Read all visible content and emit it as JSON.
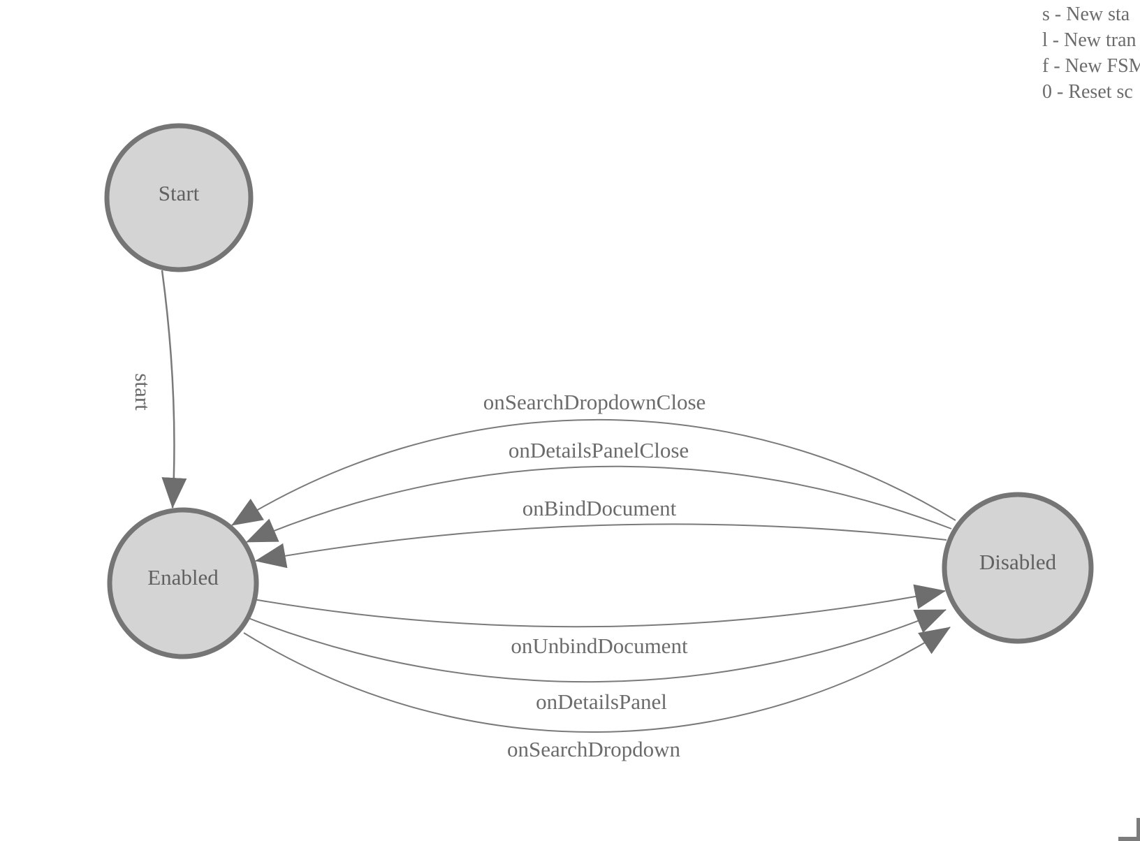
{
  "diagram_type": "finite-state-machine",
  "states": [
    {
      "id": "start",
      "label": "Start"
    },
    {
      "id": "enabled",
      "label": "Enabled"
    },
    {
      "id": "disabled",
      "label": "Disabled"
    }
  ],
  "transitions": [
    {
      "from": "Start",
      "to": "Enabled",
      "label": "start"
    },
    {
      "from": "Disabled",
      "to": "Enabled",
      "label": "onSearchDropdownClose"
    },
    {
      "from": "Disabled",
      "to": "Enabled",
      "label": "onDetailsPanelClose"
    },
    {
      "from": "Disabled",
      "to": "Enabled",
      "label": "onBindDocument"
    },
    {
      "from": "Enabled",
      "to": "Disabled",
      "label": "onUnbindDocument"
    },
    {
      "from": "Enabled",
      "to": "Disabled",
      "label": "onDetailsPanel"
    },
    {
      "from": "Enabled",
      "to": "Disabled",
      "label": "onSearchDropdown"
    }
  ],
  "legend": {
    "lines": [
      "s - New sta",
      "l - New tran",
      "f - New FSM",
      "0 - Reset sc"
    ]
  },
  "colors": {
    "background": "#ffffff",
    "state_fill": "#d4d4d4",
    "state_stroke": "#757575",
    "edge_stroke": "#7a7a7a",
    "arrow_fill": "#6e6e6e",
    "edge_label_text": "#6b6b6b",
    "state_label_text": "#606060",
    "legend_text": "#6b6b6b"
  }
}
